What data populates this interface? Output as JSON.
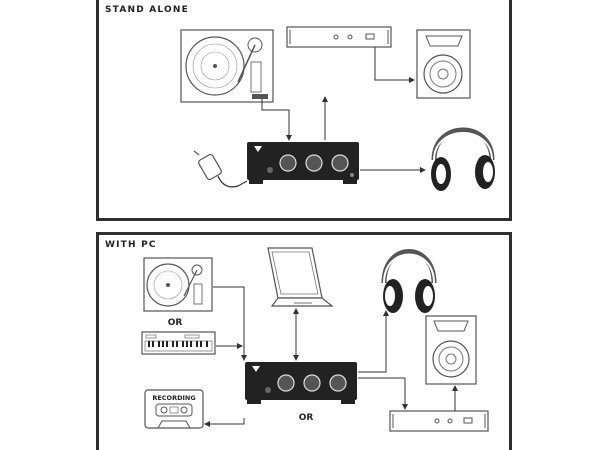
{
  "sections": {
    "top_title": "STAND ALONE",
    "bottom_title": "WITH PC"
  },
  "labels": {
    "or_1": "OR",
    "or_2": "OR",
    "recording": "RECORDING"
  },
  "colors": {
    "frame": "#2f2f2f",
    "device_dark": "#222222",
    "outline": "#555555",
    "arrow": "#333333"
  }
}
